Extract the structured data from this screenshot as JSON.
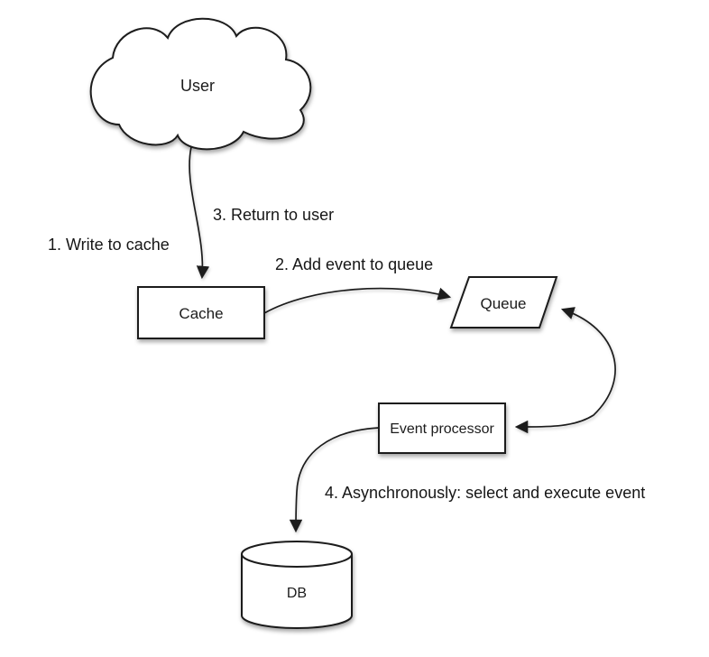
{
  "diagram": {
    "nodes": {
      "user": {
        "label": "User",
        "shape": "cloud"
      },
      "cache": {
        "label": "Cache",
        "shape": "rectangle"
      },
      "queue": {
        "label": "Queue",
        "shape": "parallelogram"
      },
      "event_processor": {
        "label": "Event processor",
        "shape": "rectangle"
      },
      "db": {
        "label": "DB",
        "shape": "cylinder"
      }
    },
    "steps": {
      "step1": "1. Write to cache",
      "step2": "2. Add event to queue",
      "step3": "3. Return to user",
      "step4": "4. Asynchronously: select and execute event"
    },
    "edges": [
      {
        "from": "user",
        "to": "cache",
        "label_refs": [
          "step1",
          "step3"
        ],
        "heads": "end"
      },
      {
        "from": "cache",
        "to": "queue",
        "label_refs": [
          "step2"
        ],
        "heads": "end"
      },
      {
        "from": "queue",
        "to": "event_processor",
        "label_refs": [
          "step4"
        ],
        "heads": "both"
      },
      {
        "from": "event_processor",
        "to": "db",
        "label_refs": [],
        "heads": "end"
      }
    ],
    "colors": {
      "stroke": "#1c1c1c",
      "node_fill": "#ffffff",
      "text": "#1c1c1c",
      "background": "#ffffff"
    }
  }
}
